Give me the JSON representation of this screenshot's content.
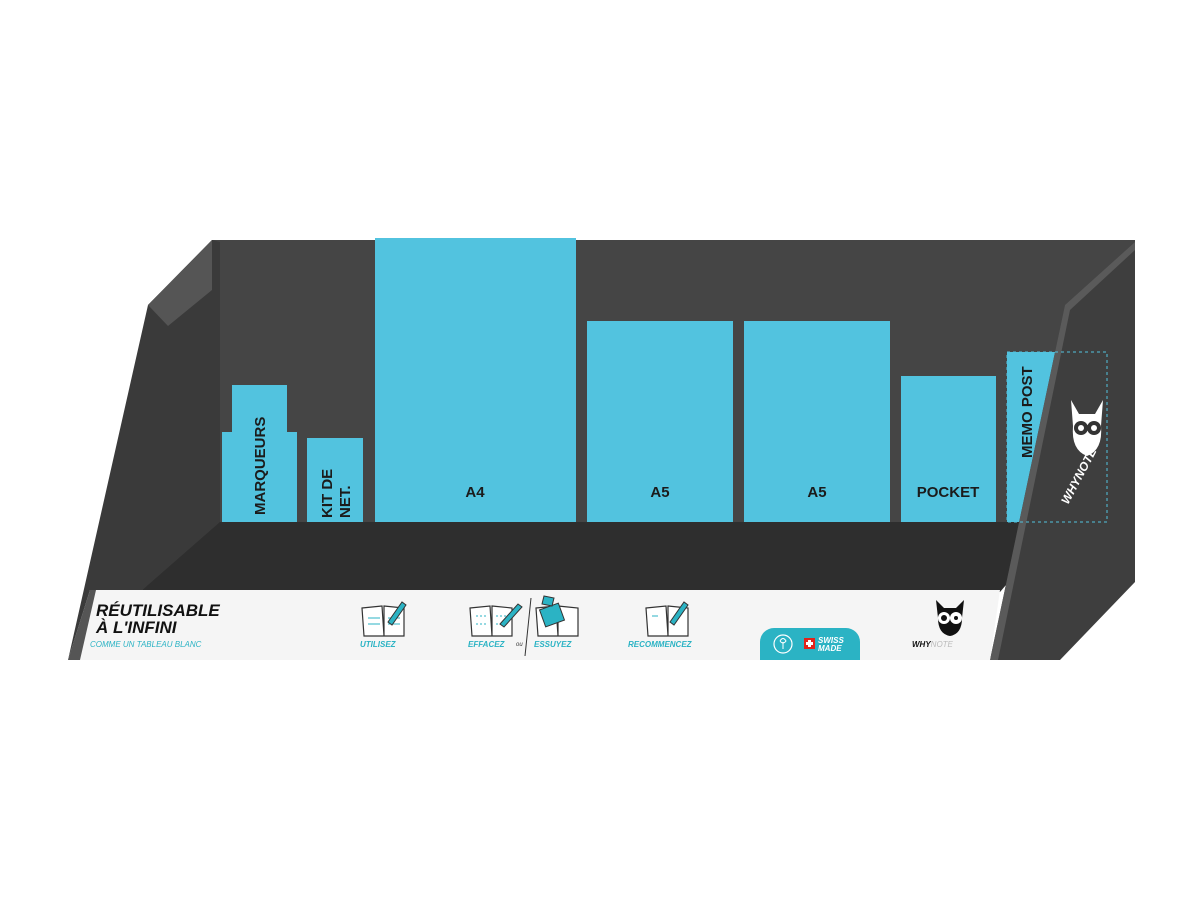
{
  "colors": {
    "product": "#52c3df",
    "wall": "#3d3d3d",
    "accent": "#2bb3c4",
    "strip": "#f5f5f5"
  },
  "compartments": [
    {
      "label": "MARQUEURS"
    },
    {
      "label": "KIT DE",
      "label2": "NET."
    },
    {
      "label": "A4"
    },
    {
      "label": "A5"
    },
    {
      "label": "A5"
    },
    {
      "label": "POCKET"
    },
    {
      "label": "MEMO POST"
    }
  ],
  "side_logo": {
    "icon": "owl-icon",
    "text": "WHYNOTE"
  },
  "front": {
    "title_line1": "RÉUTILISABLE",
    "title_line2": "À L'INFINI",
    "subtitle": "COMME UN TABLEAU BLANC",
    "steps": [
      {
        "label": "UTILISEZ",
        "icon": "notebook-pen-icon"
      },
      {
        "label": "EFFACEZ",
        "icon": "notebook-erase-icon"
      },
      {
        "label": "ESSUYEZ",
        "icon": "notebook-wipe-icon"
      },
      {
        "label": "RECOMMENCEZ",
        "icon": "notebook-pen-icon"
      }
    ],
    "or_label": "ou",
    "badge": {
      "icon": "eco-tree-icon",
      "swiss": "SWISS",
      "made": "MADE"
    },
    "brand_bold": "WHY",
    "brand_light": "NOTE"
  }
}
